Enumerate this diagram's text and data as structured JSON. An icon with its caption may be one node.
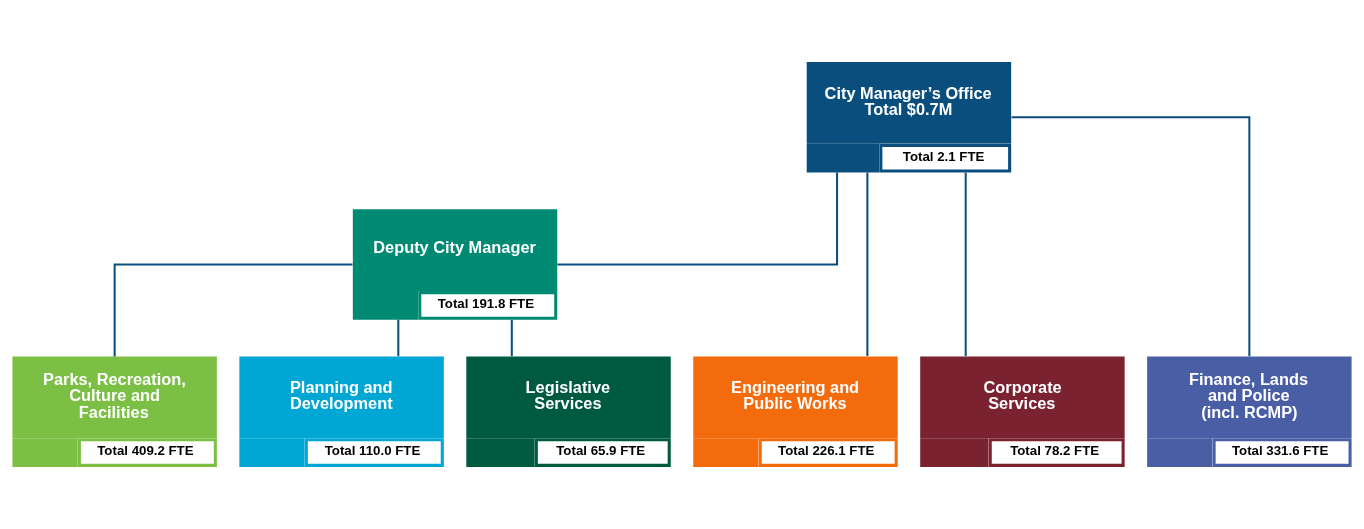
{
  "diagram": {
    "nodes": [
      {
        "text": [
          "City Manager’s Office",
          "Total $0.7M",
          "Total 2.1 FTE"
        ]
      },
      {
        "text": [
          "Deputy City Manager",
          "Total 191.8 FTE"
        ]
      },
      {
        "text": [
          "Parks, Recreation, Culture and Facilities",
          "Total 409.2 FTE"
        ]
      },
      {
        "text": [
          "Planning and Development",
          "Total 110.0 FTE"
        ]
      },
      {
        "text": [
          "Legislative Services",
          "Total 65.9 FTE"
        ]
      },
      {
        "text": [
          "Engineering and Public Works",
          "Total 226.1 FTE"
        ]
      },
      {
        "text": [
          "Corporate Services",
          "Total 78.2 FTE"
        ]
      },
      {
        "text": [
          "Finance, Lands and Police (incl. RCMP)",
          "Total 331.6 FTE"
        ]
      }
    ],
    "edges": [
      {
        "from": 0,
        "to": 1,
        "arrow": "none"
      },
      {
        "from": 0,
        "to": 5,
        "arrow": "none"
      },
      {
        "from": 0,
        "to": 6,
        "arrow": "none"
      },
      {
        "from": 0,
        "to": 7,
        "arrow": "none"
      },
      {
        "from": 1,
        "to": 2,
        "arrow": "none"
      },
      {
        "from": 1,
        "to": 3,
        "arrow": "none"
      },
      {
        "from": 1,
        "to": 4,
        "arrow": "none"
      }
    ]
  }
}
